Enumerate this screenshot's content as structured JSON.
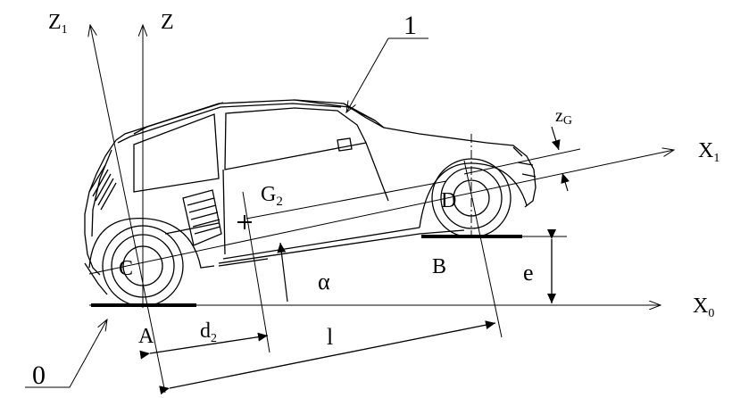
{
  "labels": {
    "z1": "Z",
    "z1_sub": "1",
    "z": "Z",
    "part1": "1",
    "zg": "z",
    "zg_sub": "G",
    "x1": "X",
    "x1_sub": "1",
    "g2": "G",
    "g2_sub": "2",
    "d_point": "D",
    "c_point": "C",
    "b_point": "B",
    "alpha": "α",
    "e": "e",
    "x0": "X",
    "x0_sub": "0",
    "a_point": "A",
    "d2": "d",
    "d2_sub": "2",
    "l": "l",
    "part0": "0"
  }
}
